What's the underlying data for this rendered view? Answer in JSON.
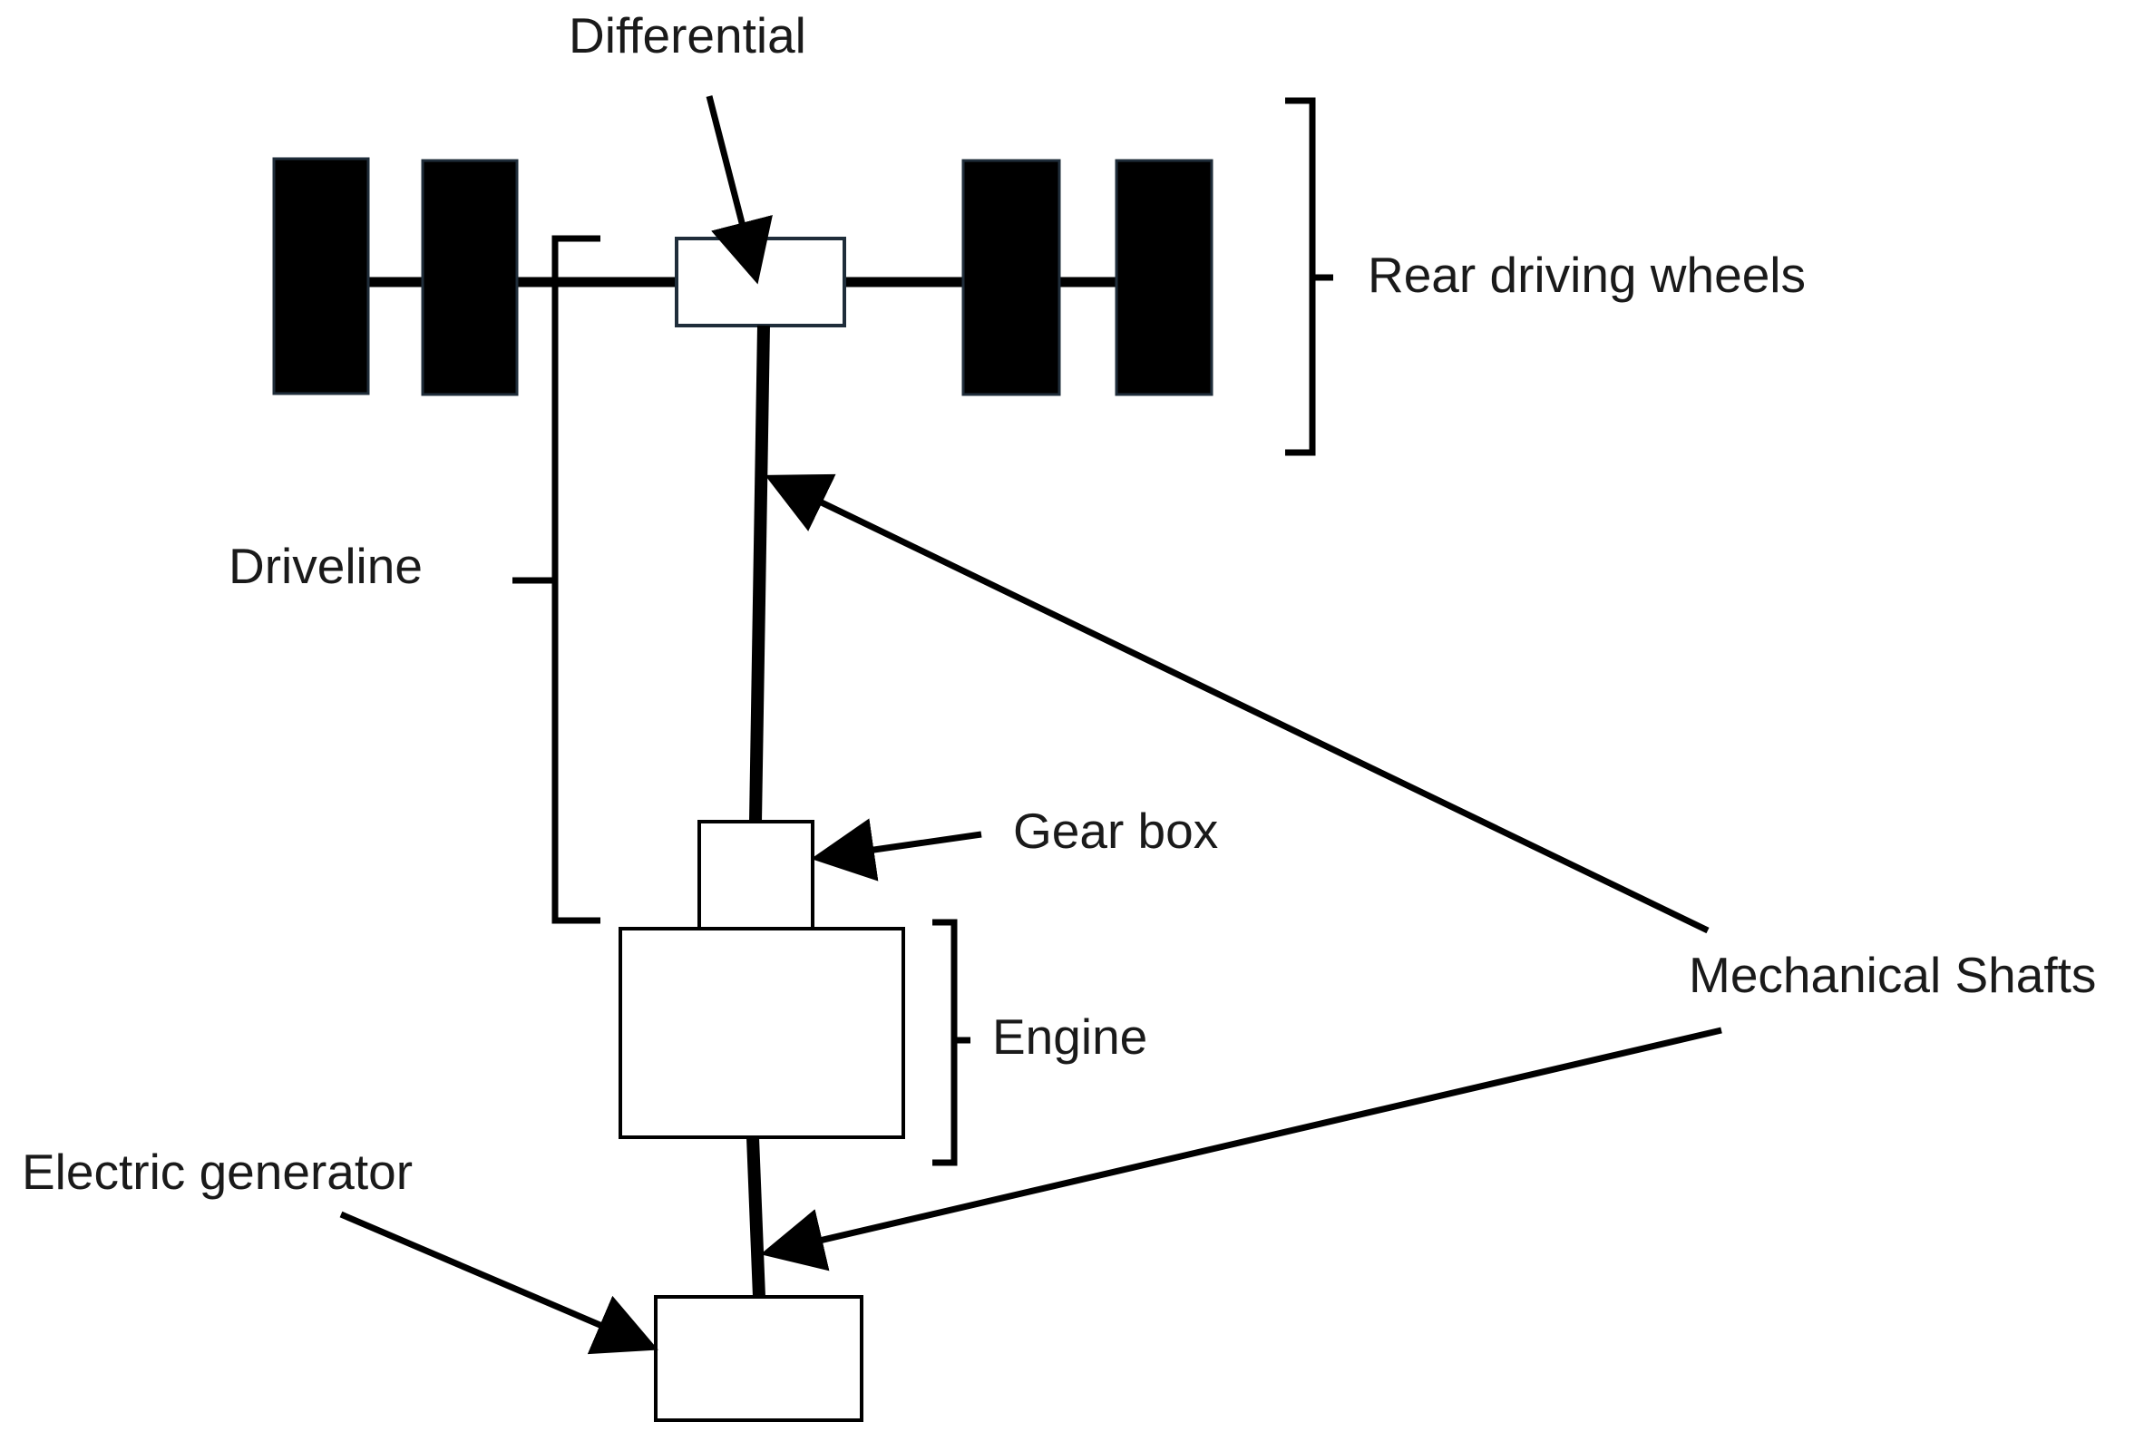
{
  "colors": {
    "wheel": "#000000",
    "outline": "#1f2d3a",
    "line": "#000000",
    "text": "#1a1a1a",
    "background": "#ffffff"
  },
  "labels": {
    "differential": "Differential",
    "rear_wheels": "Rear driving wheels",
    "driveline": "Driveline",
    "gear_box": "Gear box",
    "mechanical_shafts": "Mechanical Shafts",
    "engine": "Engine",
    "electric_generator": "Electric generator"
  }
}
